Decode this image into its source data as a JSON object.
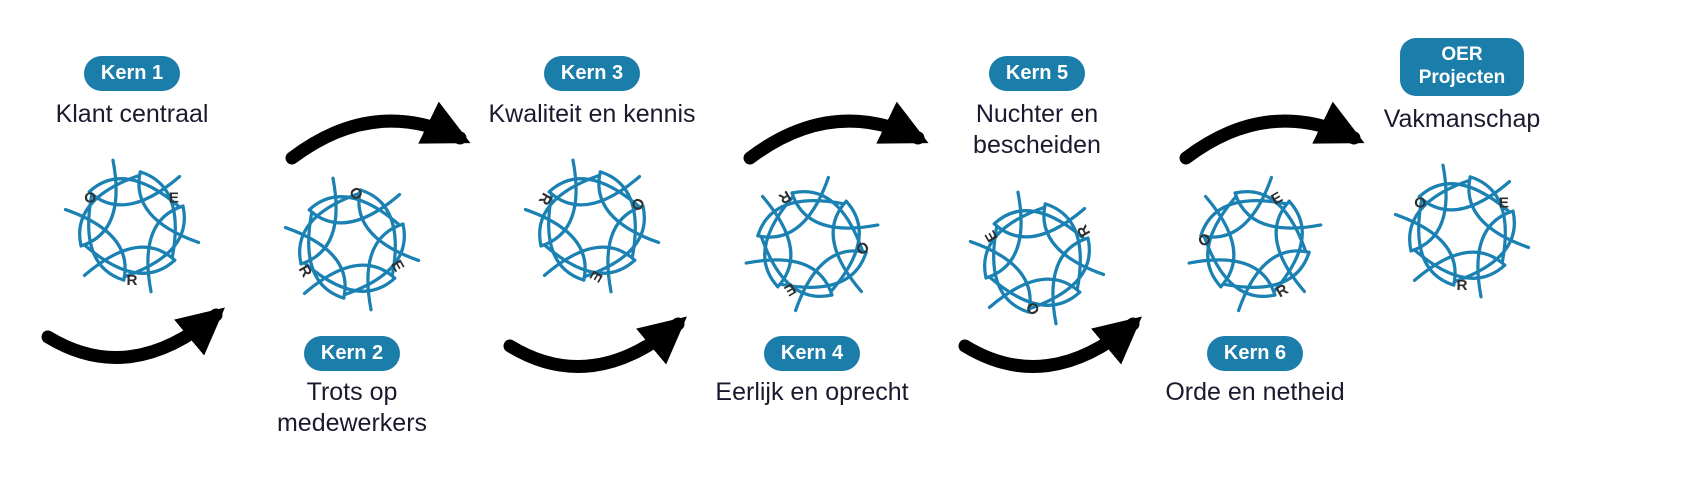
{
  "colors": {
    "accent": "#1B7DA9",
    "logo_stroke": "#1B81B2",
    "text": "#1a1a2e",
    "arrow": "#000000",
    "background": "#ffffff"
  },
  "logo_letters": [
    "O",
    "E",
    "R"
  ],
  "items": [
    {
      "badge": "Kern 1",
      "label": "Klant centraal",
      "badge_position": "top",
      "logo_rotation_deg": 0
    },
    {
      "badge": "Kern 2",
      "label": "Trots op medewerkers",
      "badge_position": "bottom",
      "logo_rotation_deg": 60
    },
    {
      "badge": "Kern 3",
      "label": "Kwaliteit en kennis",
      "badge_position": "top",
      "logo_rotation_deg": 120
    },
    {
      "badge": "Kern 4",
      "label": "Eerlijk en oprecht",
      "badge_position": "bottom",
      "logo_rotation_deg": 150
    },
    {
      "badge": "Kern 5",
      "label": "Nuchter en bescheiden",
      "badge_position": "top",
      "logo_rotation_deg": 240
    },
    {
      "badge": "Kern 6",
      "label": "Orde en netheid",
      "badge_position": "bottom",
      "logo_rotation_deg": 330
    },
    {
      "badge": "OER Projecten",
      "label": "Vakmanschap",
      "badge_position": "top",
      "logo_rotation_deg": 0
    }
  ]
}
